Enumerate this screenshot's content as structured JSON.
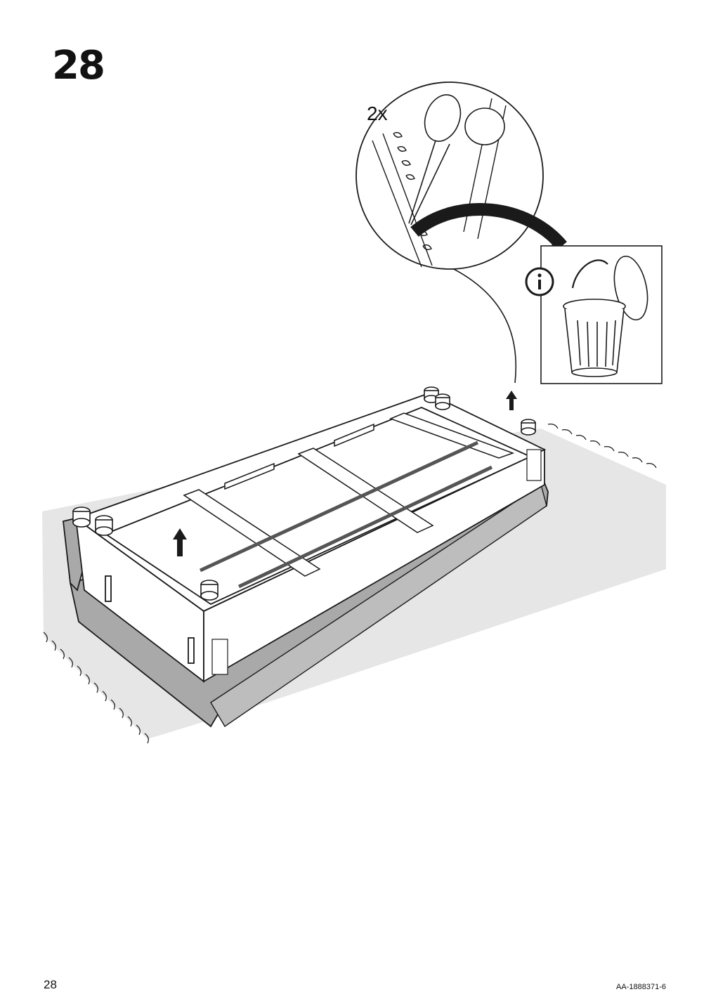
{
  "step": {
    "number": "28"
  },
  "detail": {
    "quantity": "2x"
  },
  "info_panel": {
    "icon": "info-icon",
    "items": [
      "wire-clip-icon",
      "trash-bin-icon"
    ]
  },
  "footer": {
    "page_number": "28",
    "document_id": "AA-1888371-6"
  },
  "colors": {
    "line": "#1a1a1a",
    "rug": "#e6e6e6",
    "upholstery": "#a9a9a9",
    "frame": "#ffffff"
  }
}
